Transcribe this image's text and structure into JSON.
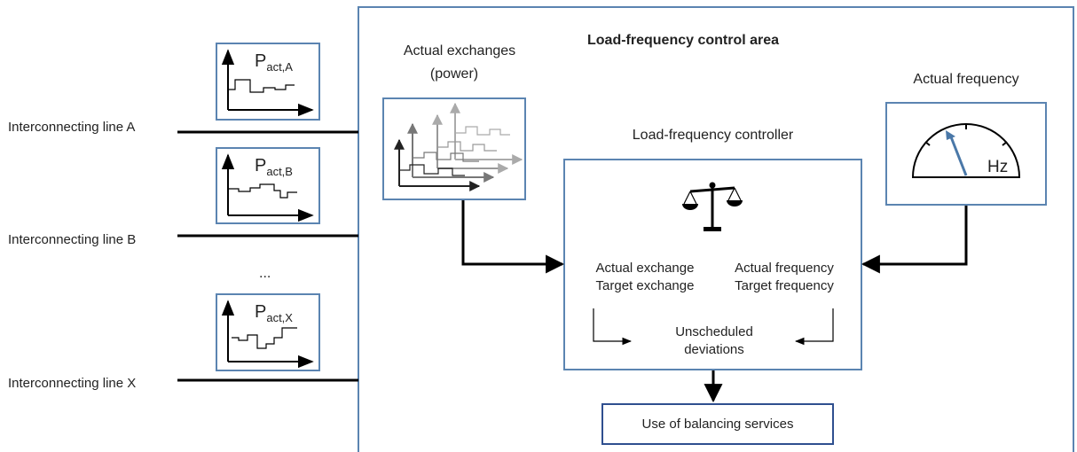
{
  "area": {
    "title": "Load-frequency control area"
  },
  "lines": [
    {
      "label": "Interconnecting line A",
      "p_main": "P",
      "p_sub": "act,A"
    },
    {
      "label": "Interconnecting line B",
      "p_main": "P",
      "p_sub": "act,B"
    },
    {
      "label": "Interconnecting line X",
      "p_main": "P",
      "p_sub": "act,X"
    }
  ],
  "ellipsis": "...",
  "exchanges": {
    "title_line1": "Actual exchanges",
    "title_line2": "(power)"
  },
  "frequency": {
    "title": "Actual frequency",
    "unit": "Hz"
  },
  "controller": {
    "title": "Load-frequency controller",
    "left_line1": "Actual exchange",
    "left_line2": "Target exchange",
    "right_line1": "Actual frequency",
    "right_line2": "Target frequency",
    "result_line1": "Unscheduled",
    "result_line2": "deviations"
  },
  "output": {
    "label": "Use of balancing services"
  },
  "colors": {
    "box_border": "#5b84b1",
    "output_border": "#2f4f8f",
    "needle": "#4a78a8",
    "line": "#000000",
    "exchange_graph_dark": "#222222",
    "exchange_graph_mid": "#777777",
    "exchange_graph_light": "#aaaaaa"
  }
}
